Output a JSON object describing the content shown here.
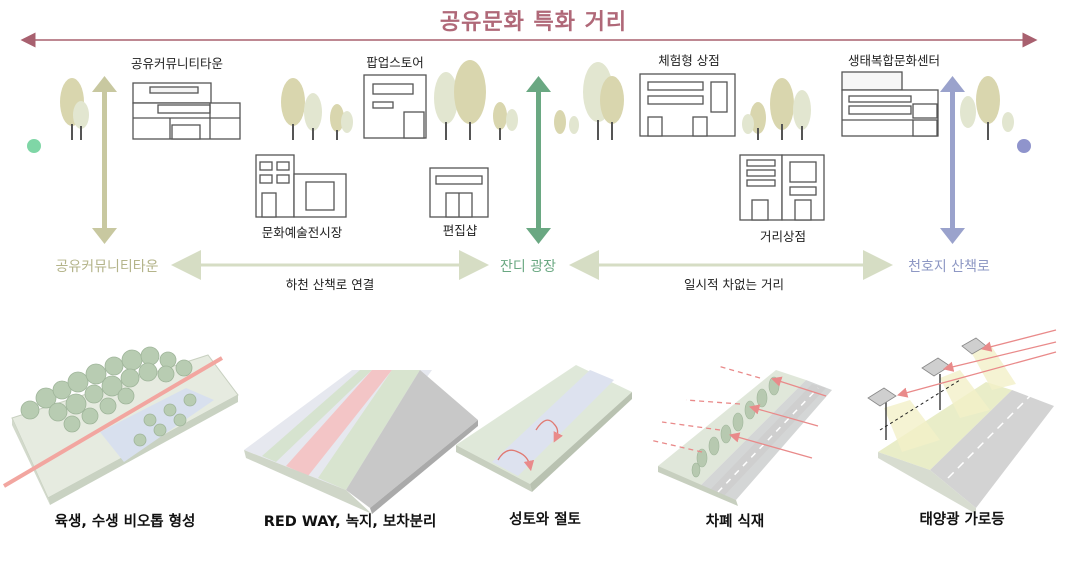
{
  "title": "공유문화 특화 거리",
  "buildings": {
    "community_town": "공유커뮤니티타운",
    "popup_store": "팝업스토어",
    "experience_store": "체험형 상점",
    "eco_culture_center": "생태복합문화센터",
    "culture_market": "문화예술전시장",
    "select_shop": "편집샵",
    "street_shop": "거리상점"
  },
  "nodes": {
    "community_town": "공유커뮤니티타운",
    "lawn_plaza": "잔디 광장",
    "stream_trail": "천호지 산책로"
  },
  "links": {
    "stream_walk": "하천 산책로 연결",
    "carfree_street": "일시적 차없는 거리"
  },
  "captions": [
    "육생, 수생 비오톱 형성",
    "RED WAY, 녹지, 보차분리",
    "성토와 절토",
    "차폐 식재",
    "태양광 가로등"
  ],
  "colors": {
    "title": "#b06878",
    "community": "#b4b48a",
    "plaza": "#6aa882",
    "trail": "#8e98c4",
    "axis_start": "#7fd6a6",
    "axis_end": "#8f94cc"
  }
}
